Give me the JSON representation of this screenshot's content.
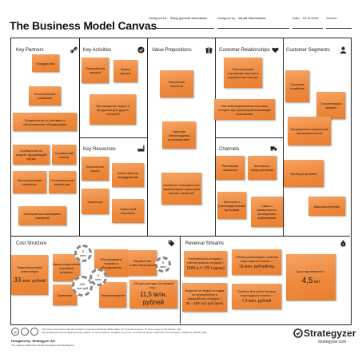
{
  "header": {
    "title": "The Business Model Canvas",
    "designed_for_label": "Designed for:",
    "designed_for_value": "Фонд русской экономики",
    "designed_by_label": "Designed by:",
    "designed_by_value": "Юрий Овчинников",
    "date_label": "Date:",
    "date_value": "10.11.2015",
    "version_label": "Version:",
    "version_value": ""
  },
  "blocks": {
    "key_partners": "Key Partners",
    "key_activities": "Key Activities",
    "key_resources": "Key Resources",
    "value_propositions": "Value Propositions",
    "customer_relationships": "Customer Relationships",
    "channels": "Channels",
    "customer_segments": "Customer Segments",
    "cost_structure": "Cost Structure",
    "revenue_streams": "Revenue Streams"
  },
  "notes": {
    "kp1": "Государство",
    "kp2": "Логистические компании",
    "kp3": "Предприятия по поставке и обслуживанию оборудования",
    "kp4": "Сообщества по защите окружающей среды",
    "kp5": "Социальный сектор",
    "kp6": "Мусороуловщие компании",
    "kp7": "Потенциальные инвесторы",
    "kp8": "Коммунально-жилищные компании",
    "ka1": "Переработка мусора",
    "ka2": "Вывоз мусора",
    "ka3": "Производство сырья и продуктов для других отраслей",
    "kr1": "Бесплатное сырье",
    "kr2": "Качественное оборудование",
    "kr3": "Транспорт",
    "kr4": "Грамотный персонал",
    "vp1": "Улучшение экологии",
    "vp2": "Принцип «безотходного производства»",
    "vp3": "Наиболее экономически эффективное сырье для многих отраслей",
    "cr1": "Персональная сортировка мусора в социальном секторе",
    "cr2": "Автоматизированные поставки отходов мусороперерабатывающих компаниям",
    "ch1": "Рекламная кампания",
    "ch2": "Контакты с предприятиями",
    "ch3": "Контакты с утилизационными центрами",
    "ch4": "Связь с коммунально-жилищными компаниями",
    "cs1": "Сельское хозяйство",
    "cs2": "Строительные фирмы",
    "cs3": "Предприятия химической промышленности",
    "cs4": "Приборостроение",
    "cs5": "Машиностроение",
    "cost1": "Первоначальные инвестиции",
    "cost1_big": "33",
    "cost1_unit": "млн. рублей",
    "cost2": "Амортизационные основные ресурсы",
    "cost3": "Обслуживание техники и оборудования",
    "cost4": "Заработная плата персонала",
    "cost5": "Транспорт",
    "cost6": "Электроэнергия",
    "cost7": "Общие расходы за первый год =",
    "cost7_big": "11,5 млн. рублей",
    "circ1_top": "5",
    "circ1_bot": "млн",
    "circ2_top": "400",
    "circ2_bot": "тыс руб",
    "circ3_top": "5",
    "circ3_bot": "млн",
    "circ4_top": "5",
    "circ4_bot": "млн",
    "rev1": "Переработка отходов с учётом вывоза отходов =",
    "rev1_big": "1500 р./т (70 т./день)",
    "rev2": "Объём реализации с учётом подоходного налога =",
    "rev2_big": "19 млн. рублей/год",
    "rev3": "Выручка за вывоз отходов из переработку и переработку отходов =",
    "rev3_big": "35 – 100 тыс.руб./день",
    "rev4": "Прибыл без учёта вычета подоходного налога =",
    "rev4_big": "7,5 млн. рублей",
    "rev5": "Срок окупаемости =",
    "rev5_big": "4,5",
    "rev5_unit": "лет"
  },
  "footer": {
    "designed_by": "Designed by: Strategyzer AG",
    "makers": "The makers of Business Model Generation and Strategyzer",
    "license": "This work is licensed under the Creative Commons Attribution-Share Alike 3.0 Unported License. To view a copy of this license, visit http://creativecommons.org/licenses/by-sa/3.0/ or send a letter to Creative Commons, 171 Second Street, Suite 300, San Francisco, California, 94105, USA.",
    "brand": "Strategyzer",
    "url": "strategyzer.com"
  },
  "colors": {
    "note": "#f0914a",
    "line": "#222222"
  }
}
